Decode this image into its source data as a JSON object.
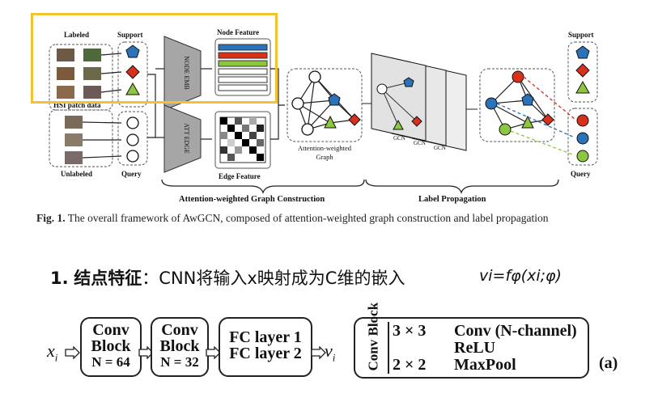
{
  "figure": {
    "labels": {
      "labeled": "Labeled",
      "support": "Support",
      "hsi": "HSI patch data",
      "unlabeled": "Unlabeled",
      "query": "Query",
      "node_emb": "NODE EMB",
      "att_edge": "ATT EDGE",
      "node_feature": "Node Feature",
      "edge_feature": "Edge Feature",
      "awg": "Attention-weighted Graph",
      "gcn": "GCN",
      "support_right": "Support",
      "query_right": "Query",
      "awgc": "Attention-weighted Graph Construction",
      "lp": "Label Propagation"
    },
    "colors": {
      "blue": "#2a73b8",
      "red": "#d9301c",
      "green": "#8dc63f",
      "highlight": "#f2c230"
    }
  },
  "caption": {
    "prefix": "Fig. 1.",
    "text": " The overall framework of AwGCN, composed of attention-weighted graph construction and label propagation"
  },
  "heading": {
    "number": "1.",
    "keyword": "结点特征",
    "colon": "：",
    "body": "CNN将输入x映射成为C维的嵌入"
  },
  "formula": "vi=fφ(xi;φ)",
  "pipeline": {
    "input": "x",
    "input_sub": "i",
    "block1": [
      "Conv",
      "Block",
      "N = 64"
    ],
    "block2": [
      "Conv",
      "Block",
      "N = 32"
    ],
    "fc": [
      "FC layer 1",
      "FC layer 2"
    ],
    "output": "v",
    "output_sub": "i"
  },
  "conv_table": {
    "side": "Conv Block",
    "rows": [
      {
        "left": "3 × 3",
        "right": "Conv (N-channel)"
      },
      {
        "left": "",
        "right": "ReLU"
      },
      {
        "left": "2 × 2",
        "right": "MaxPool"
      }
    ],
    "tag": "(a)"
  }
}
